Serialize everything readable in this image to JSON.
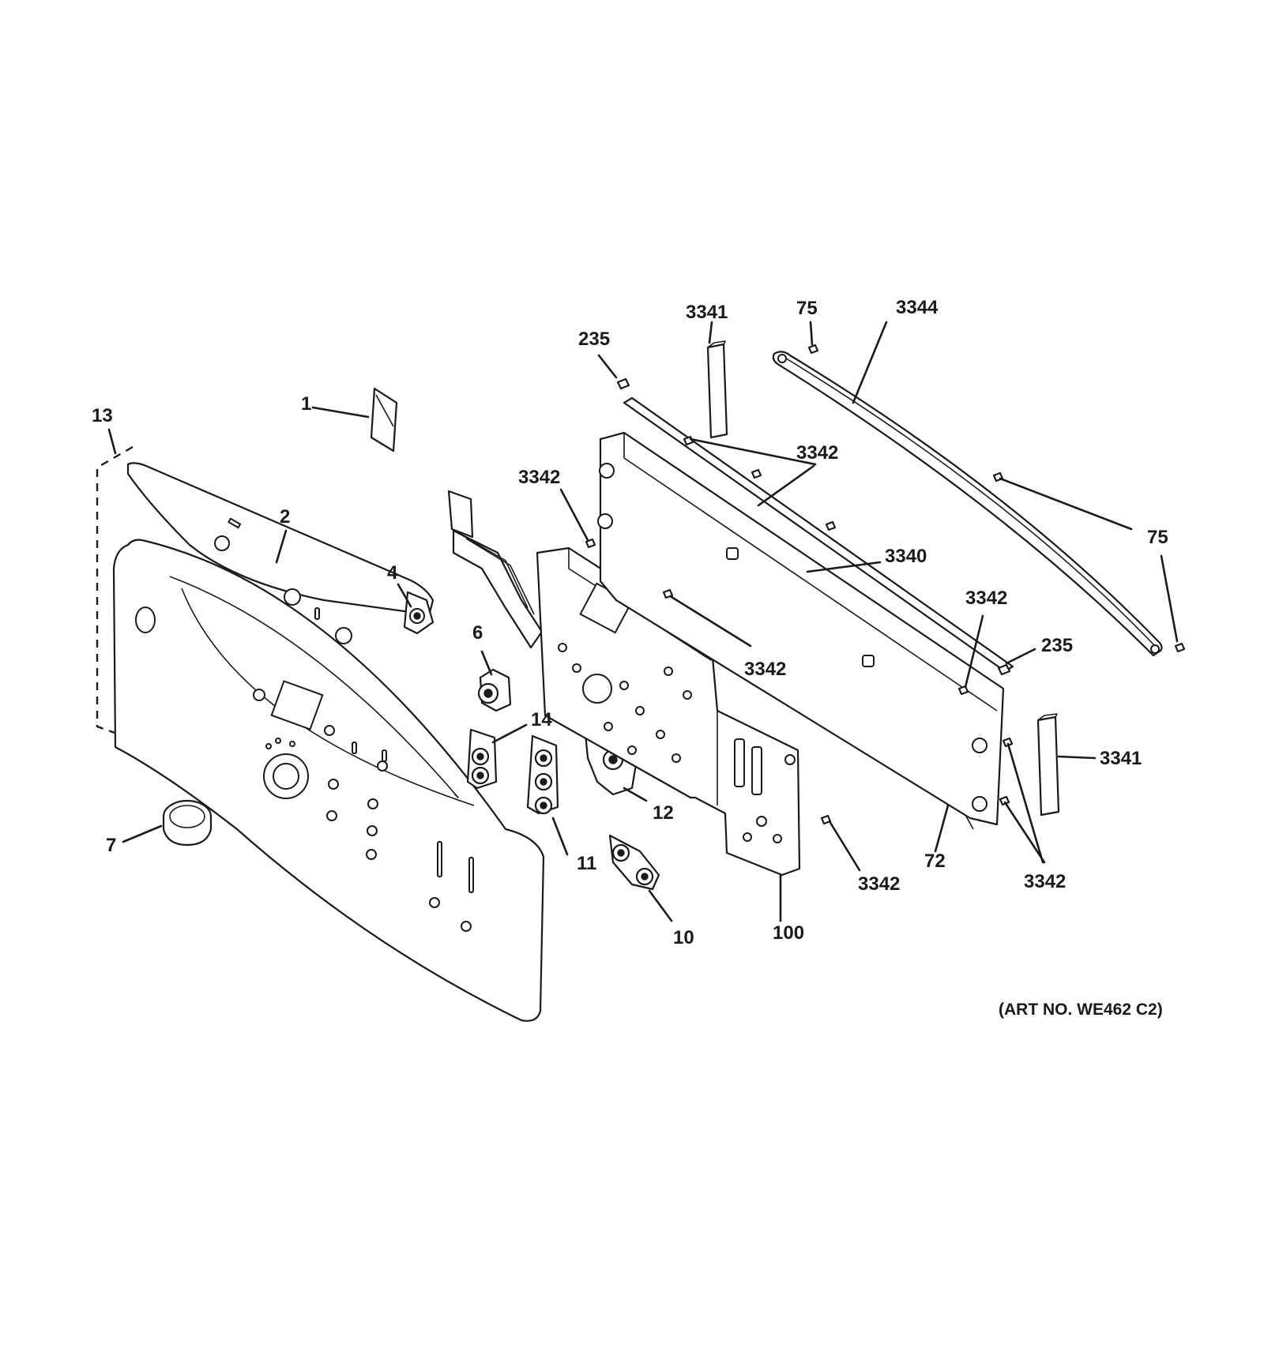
{
  "art_number": "(ART NO. WE462 C2)",
  "callouts": {
    "c1": "1",
    "c2": "2",
    "c4": "4",
    "c6": "6",
    "c7": "7",
    "c10": "10",
    "c11": "11",
    "c12": "12",
    "c13": "13",
    "c14": "14",
    "c72": "72",
    "c75_top": "75",
    "c75_right": "75",
    "c100": "100",
    "c235_top": "235",
    "c235_right": "235",
    "c3340": "3340",
    "c3341_top": "3341",
    "c3341_right": "3341",
    "c3342_top_right": "3342",
    "c3342_left": "3342",
    "c3342_mid": "3342",
    "c3342_right_mid": "3342",
    "c3342_bottom": "3342",
    "c3342_bottom_right": "3342",
    "c3344": "3344"
  }
}
